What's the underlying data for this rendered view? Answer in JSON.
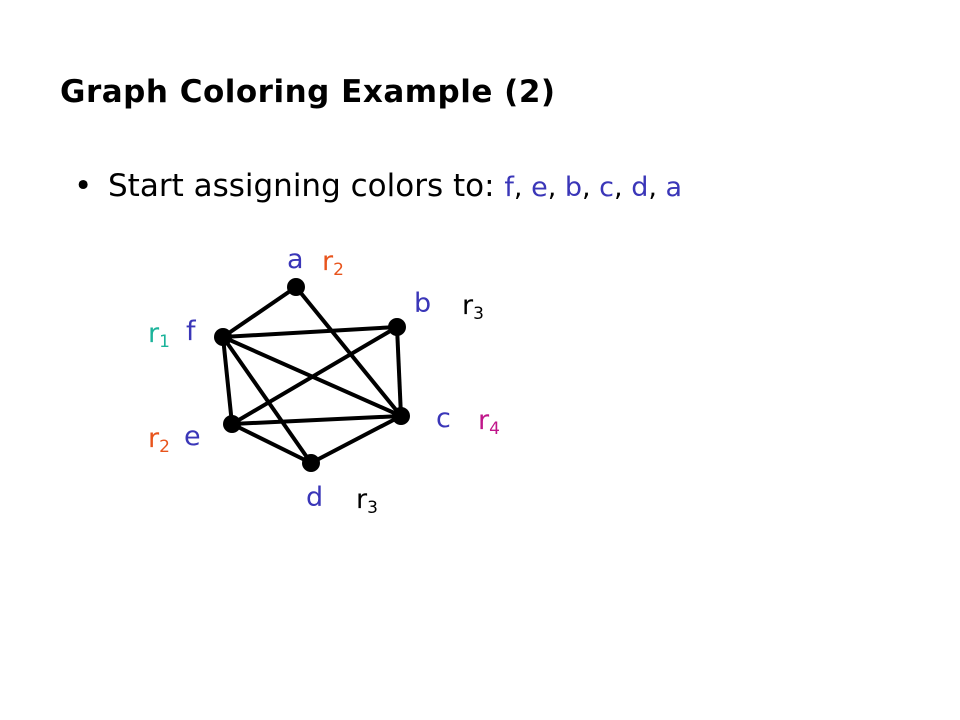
{
  "slide": {
    "title": "Graph Coloring Example (2)",
    "bullet_prefix": "Start assigning colors to: ",
    "order": [
      "f",
      "e",
      "b",
      "c",
      "d",
      "a"
    ],
    "order_separator": ", "
  },
  "colors": {
    "node_name": "#3a36b8",
    "r1": "#1bb39a",
    "r2": "#e8541c",
    "r3": "#000000",
    "r4": "#c0168a"
  },
  "graph": {
    "nodes": [
      {
        "id": "a",
        "register": "r",
        "register_sub": "2",
        "register_color": "#e8541c"
      },
      {
        "id": "b",
        "register": "r",
        "register_sub": "3",
        "register_color": "#000000"
      },
      {
        "id": "c",
        "register": "r",
        "register_sub": "4",
        "register_color": "#c0168a"
      },
      {
        "id": "d",
        "register": "r",
        "register_sub": "3",
        "register_color": "#000000"
      },
      {
        "id": "e",
        "register": "r",
        "register_sub": "2",
        "register_color": "#e8541c"
      },
      {
        "id": "f",
        "register": "r",
        "register_sub": "1",
        "register_color": "#1bb39a"
      }
    ],
    "edges": [
      [
        "a",
        "f"
      ],
      [
        "a",
        "c"
      ],
      [
        "f",
        "b"
      ],
      [
        "f",
        "c"
      ],
      [
        "f",
        "d"
      ],
      [
        "f",
        "e"
      ],
      [
        "b",
        "c"
      ],
      [
        "b",
        "e"
      ],
      [
        "c",
        "e"
      ],
      [
        "c",
        "d"
      ],
      [
        "e",
        "d"
      ]
    ]
  }
}
